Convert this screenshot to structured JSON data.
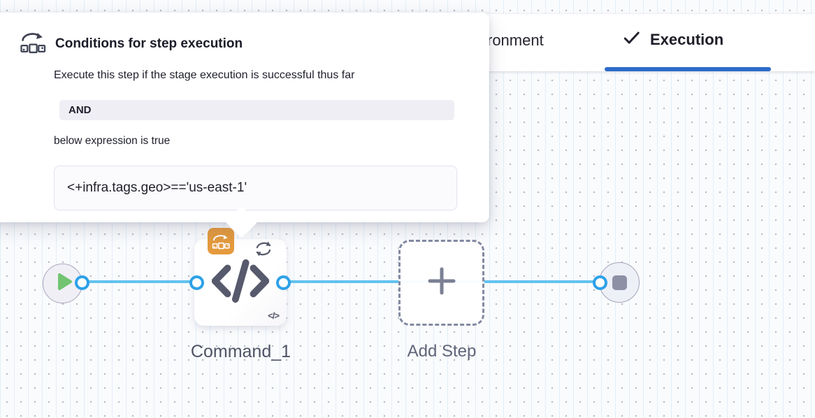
{
  "popover": {
    "icon": "conditional-execution-icon",
    "title": "Conditions for step execution",
    "description": "Execute this step if the stage execution is successful thus far",
    "operator": "AND",
    "caption": "below expression is true",
    "expression": "<+infra.tags.geo>=='us-east-1'"
  },
  "tabs": {
    "partial_label": "ronment",
    "active": {
      "label": "Execution",
      "icon": "checkmark-icon"
    }
  },
  "pipeline": {
    "start": {
      "icon": "play-icon"
    },
    "step": {
      "label": "Command_1",
      "icon": "code-icon",
      "badges": [
        "conditional-execution-badge",
        "loop-icon"
      ],
      "mini_glyph": "</>"
    },
    "add_step": {
      "label": "Add Step",
      "icon": "plus-icon"
    },
    "end": {
      "icon": "stop-icon"
    }
  },
  "colors": {
    "connector": "#62c2f0",
    "port_ring": "#2da1e8",
    "tab_underline": "#2d6bc9",
    "conditional_badge": "#e49a3d",
    "play": "#72c471",
    "stop_square": "#8e90a6"
  }
}
